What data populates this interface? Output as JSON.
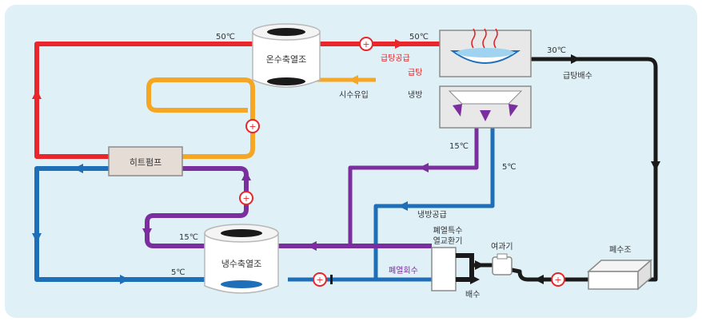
{
  "colors": {
    "background": "#dff0f7",
    "hot": "#e8262b",
    "warm": "#f5a623",
    "cold": "#1f6fb8",
    "waste": "#7b2f9e",
    "drain": "#1a1a1a"
  },
  "components": {
    "hot_tank": "온수축열조",
    "cold_tank": "냉수축열조",
    "heat_pump": "히트펌프",
    "heat_exchanger_line1": "폐열특수",
    "heat_exchanger_line2": "열교환기",
    "filter": "여과기",
    "waste_tank": "폐수조"
  },
  "labels": {
    "temp_hot_left": "50℃",
    "temp_hot_right": "50℃",
    "hot_supply": "급탕공급",
    "hot_water": "급탕",
    "tap_water": "시수유입",
    "cooling": "냉방",
    "temp_drain": "30℃",
    "hot_drain": "급탕배수",
    "temp_cool_return": "15℃",
    "temp_cool_supply": "5℃",
    "cool_supply": "냉방공급",
    "temp_cold_purple": "15℃",
    "temp_cold_blue": "5℃",
    "waste_recovery": "폐열회수",
    "discharge": "배수"
  }
}
